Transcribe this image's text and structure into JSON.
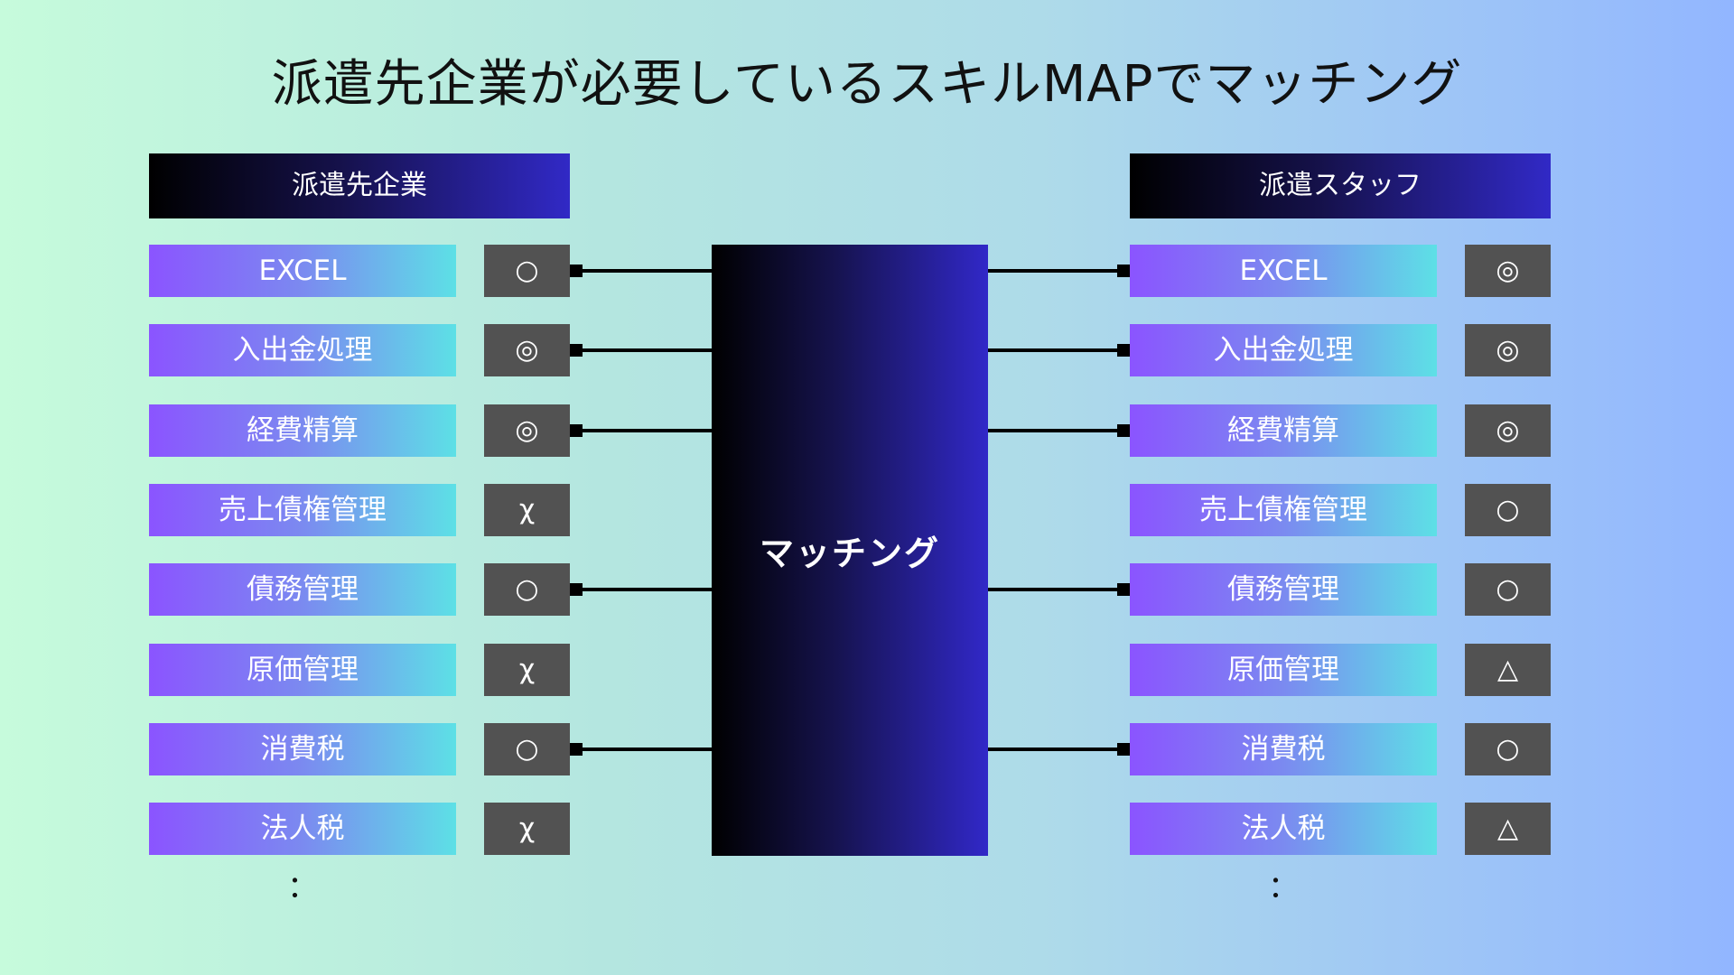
{
  "title": "派遣先企業が必要しているスキルMAPでマッチング",
  "left": {
    "header": "派遣先企業",
    "items": [
      {
        "skill": "EXCEL",
        "mark": "○",
        "connected": true
      },
      {
        "skill": "入出金処理",
        "mark": "◎",
        "connected": true
      },
      {
        "skill": "経費精算",
        "mark": "◎",
        "connected": true
      },
      {
        "skill": "売上債権管理",
        "mark": "χ",
        "connected": false
      },
      {
        "skill": "債務管理",
        "mark": "○",
        "connected": true
      },
      {
        "skill": "原価管理",
        "mark": "χ",
        "connected": false
      },
      {
        "skill": "消費税",
        "mark": "○",
        "connected": true
      },
      {
        "skill": "法人税",
        "mark": "χ",
        "connected": false
      }
    ],
    "ellipsis": "："
  },
  "center": {
    "label": "マッチング"
  },
  "right": {
    "header": "派遣スタッフ",
    "items": [
      {
        "skill": "EXCEL",
        "mark": "◎",
        "connected": true
      },
      {
        "skill": "入出金処理",
        "mark": "◎",
        "connected": true
      },
      {
        "skill": "経費精算",
        "mark": "◎",
        "connected": true
      },
      {
        "skill": "売上債権管理",
        "mark": "○",
        "connected": false
      },
      {
        "skill": "債務管理",
        "mark": "○",
        "connected": true
      },
      {
        "skill": "原価管理",
        "mark": "△",
        "connected": false
      },
      {
        "skill": "消費税",
        "mark": "○",
        "connected": true
      },
      {
        "skill": "法人税",
        "mark": "△",
        "connected": false
      }
    ],
    "ellipsis": "："
  },
  "colors": {
    "header_start": "#000000",
    "header_end": "#3129c6",
    "skill_start": "#8b54ff",
    "skill_end": "#5de0e6",
    "mark_bg": "#525252",
    "connector": "#000000"
  }
}
